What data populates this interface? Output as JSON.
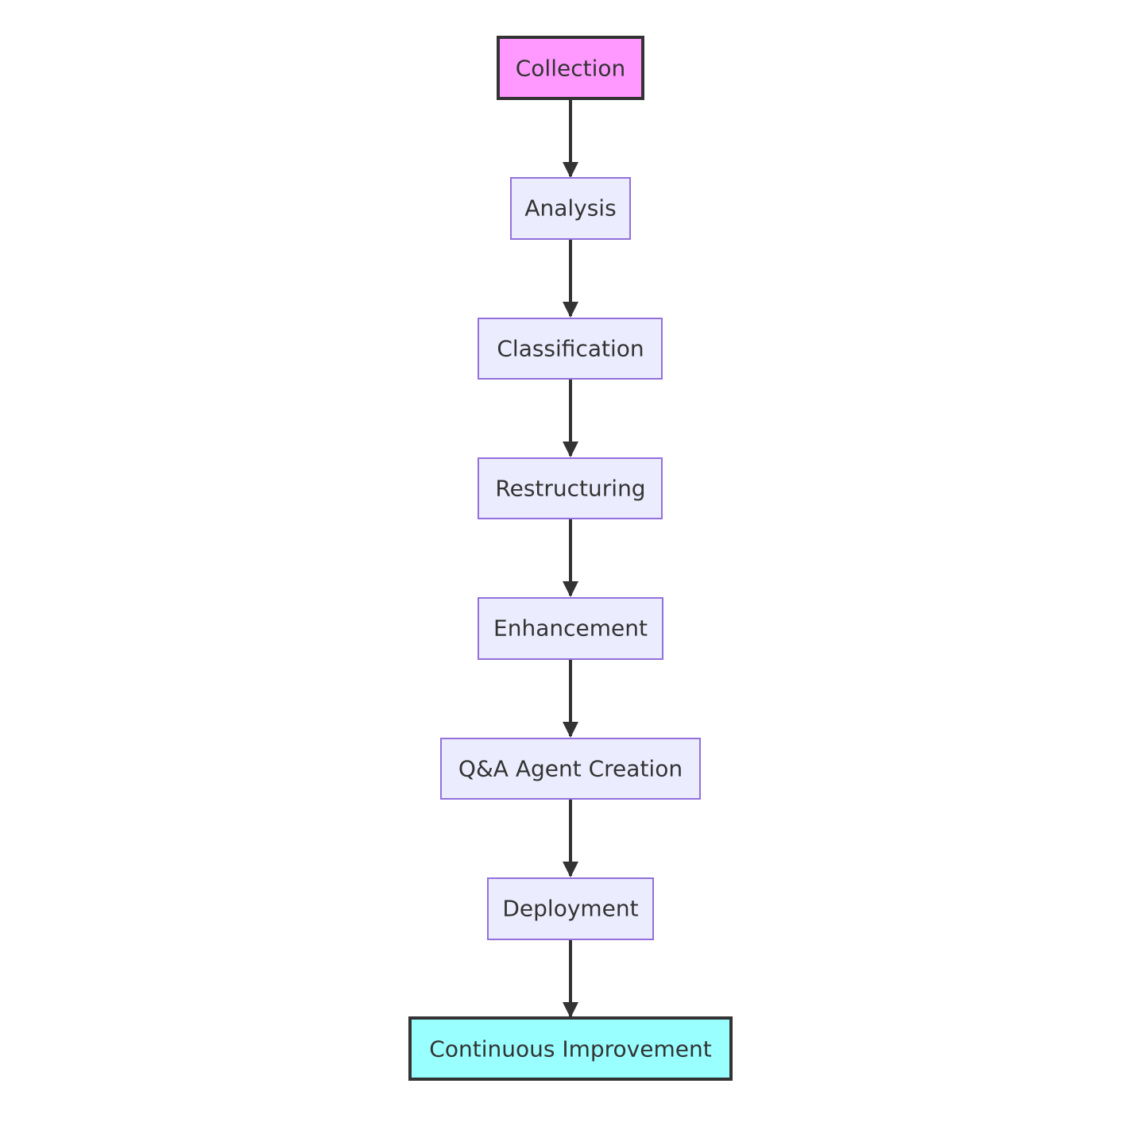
{
  "diagram": {
    "nodes": [
      {
        "id": "collection",
        "label": "Collection",
        "style": "start"
      },
      {
        "id": "analysis",
        "label": "Analysis",
        "style": "default"
      },
      {
        "id": "classification",
        "label": "Classification",
        "style": "default"
      },
      {
        "id": "restructuring",
        "label": "Restructuring",
        "style": "default"
      },
      {
        "id": "enhancement",
        "label": "Enhancement",
        "style": "default"
      },
      {
        "id": "qa-agent-creation",
        "label": "Q&A Agent Creation",
        "style": "default"
      },
      {
        "id": "deployment",
        "label": "Deployment",
        "style": "default"
      },
      {
        "id": "continuous-improvement",
        "label": "Continuous Improvement",
        "style": "end"
      }
    ],
    "edges": [
      {
        "from": "collection",
        "to": "analysis"
      },
      {
        "from": "analysis",
        "to": "classification"
      },
      {
        "from": "classification",
        "to": "restructuring"
      },
      {
        "from": "restructuring",
        "to": "enhancement"
      },
      {
        "from": "enhancement",
        "to": "qa-agent-creation"
      },
      {
        "from": "qa-agent-creation",
        "to": "deployment"
      },
      {
        "from": "deployment",
        "to": "continuous-improvement"
      }
    ],
    "colors": {
      "default_fill": "#ECECFF",
      "default_stroke": "#9370DB",
      "start_fill": "#FF99FF",
      "end_fill": "#99FFFF",
      "emphasis_stroke": "#333333",
      "edge": "#333333",
      "text": "#333333"
    }
  }
}
